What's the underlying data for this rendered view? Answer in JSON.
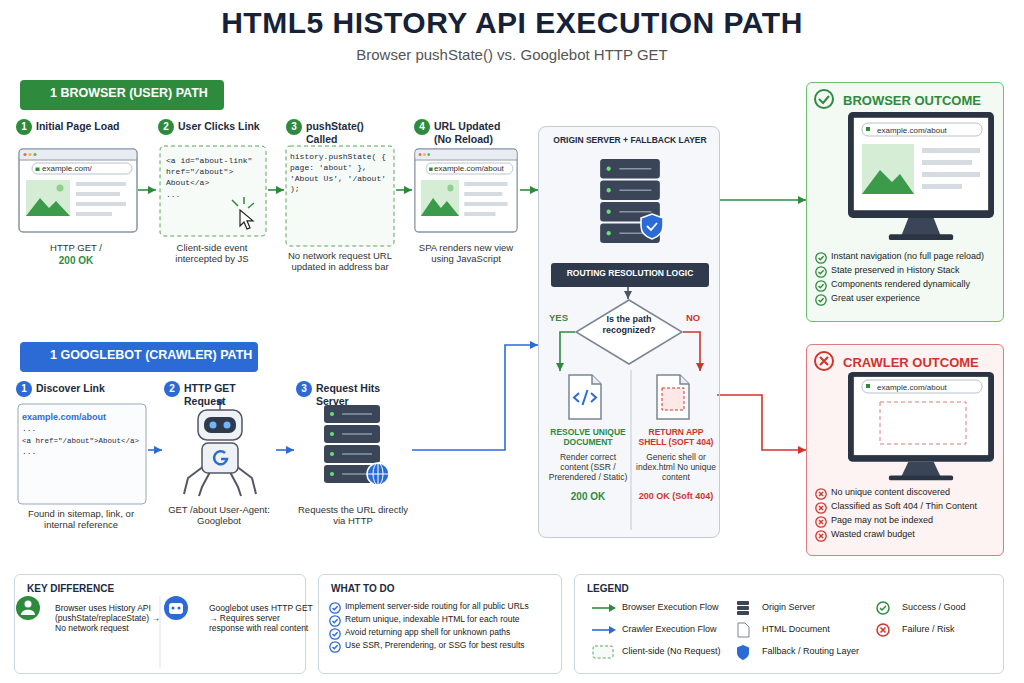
{
  "diagram": {
    "title": "HTML5 HISTORY API EXECUTION PATH",
    "caption": "Browser pushState() vs. Googlebot HTTP GET",
    "nodes": [
      {
        "text": [
          "1 BROWSER (USER) PATH"
        ]
      },
      {
        "text": [
          "1",
          "Initial Page Load",
          "example.com/",
          "HTTP GET /",
          "200 OK"
        ]
      },
      {
        "text": [
          "2",
          "User Clicks Link",
          "<a id=\"about-link\" href=\"/about\"> About</a>",
          "...",
          "Client-side event intercepted by JS"
        ]
      },
      {
        "text": [
          "3",
          "pushState() Called",
          "history.pushState( { page: 'about' }, 'About Us', '/about' );",
          "No network request URL updated in address bar"
        ]
      },
      {
        "text": [
          "4",
          "URL Updated (No Reload)",
          "example.com/about",
          "SPA renders new view using JavaScript"
        ]
      },
      {
        "text": [
          "ORIGIN SERVER + FALLBACK LAYER"
        ]
      },
      {
        "text": [
          "ROUTING RESOLUTION LOGIC"
        ],
        "in": 5
      },
      {
        "text": [
          "Is the path recognized?"
        ],
        "in": 5
      },
      {
        "text": [
          "RESOLVE UNIQUE DOCUMENT",
          "Render correct content (SSR / Prerendered / Static)",
          "200 OK"
        ],
        "in": 5
      },
      {
        "text": [
          "RETURN APP SHELL (SOFT 404)",
          "Generic shell or index.html No unique content",
          "200 OK (Soft 404)"
        ],
        "in": 5
      },
      {
        "text": [
          "BROWSER OUTCOME",
          "example.com/about",
          "Instant navigation (no full page reload)",
          "State preserved in History Stack",
          "Components rendered dynamically",
          "Great user experience"
        ]
      },
      {
        "text": [
          "1 GOOGLEBOT (CRAWLER) PATH"
        ]
      },
      {
        "text": [
          "1",
          "Discover Link",
          "example.com/about",
          "...",
          "<a href=\"/about\">About</a>",
          "...",
          "Found in sitemap, link, or internal reference"
        ]
      },
      {
        "text": [
          "2",
          "HTTP GET Request",
          "GET /about User-Agent: Googlebot"
        ]
      },
      {
        "text": [
          "3",
          "Request Hits Server",
          "Requests the URL directly via HTTP"
        ]
      },
      {
        "text": [
          "CRAWLER OUTCOME",
          "example.com/about",
          "No unique content discovered",
          "Classified as Soft 404 / Thin Content",
          "Page may not be indexed",
          "Wasted crawl budget"
        ]
      },
      {
        "text": [
          "KEY DIFFERENCE",
          "Browser uses History API (pushState/replaceState) → No network request",
          "Googlebot uses HTTP GET → Requires server response with real content"
        ]
      },
      {
        "text": [
          "WHAT TO DO",
          "Implement server-side routing for all public URLs",
          "Return unique, indexable HTML for each route",
          "Avoid returning app shell for unknown paths",
          "Use SSR, Prerendering, or SSG for best results"
        ]
      },
      {
        "text": [
          "LEGEND"
        ]
      }
    ],
    "edges": [
      {
        "from": 1,
        "to": 2,
        "arrow": "to"
      },
      {
        "from": 2,
        "to": 3,
        "arrow": "to"
      },
      {
        "from": 3,
        "to": 4,
        "arrow": "to"
      },
      {
        "from": 4,
        "to": 5,
        "arrow": "to"
      },
      {
        "from": 5,
        "to": 10,
        "arrow": "to"
      },
      {
        "from": 12,
        "to": 13,
        "arrow": "to"
      },
      {
        "from": 13,
        "to": 14,
        "arrow": "to"
      },
      {
        "from": 14,
        "to": 5,
        "arrow": "to"
      },
      {
        "from": 6,
        "to": 7,
        "arrow": "to"
      },
      {
        "from": 7,
        "to": 8,
        "label": "YES",
        "arrow": "to"
      },
      {
        "from": 7,
        "to": 9,
        "label": "NO",
        "arrow": "to"
      },
      {
        "from": 9,
        "to": 15,
        "arrow": "to"
      }
    ],
    "legend": [
      {
        "text": "Browser Execution Flow"
      },
      {
        "text": "Crawler Execution Flow"
      },
      {
        "text": "Client-side (No Request)"
      },
      {
        "text": "Origin Server"
      },
      {
        "text": "HTML Document"
      },
      {
        "text": "Fallback / Routing Layer"
      },
      {
        "text": "Success / Good"
      },
      {
        "text": "Failure / Risk"
      }
    ]
  }
}
